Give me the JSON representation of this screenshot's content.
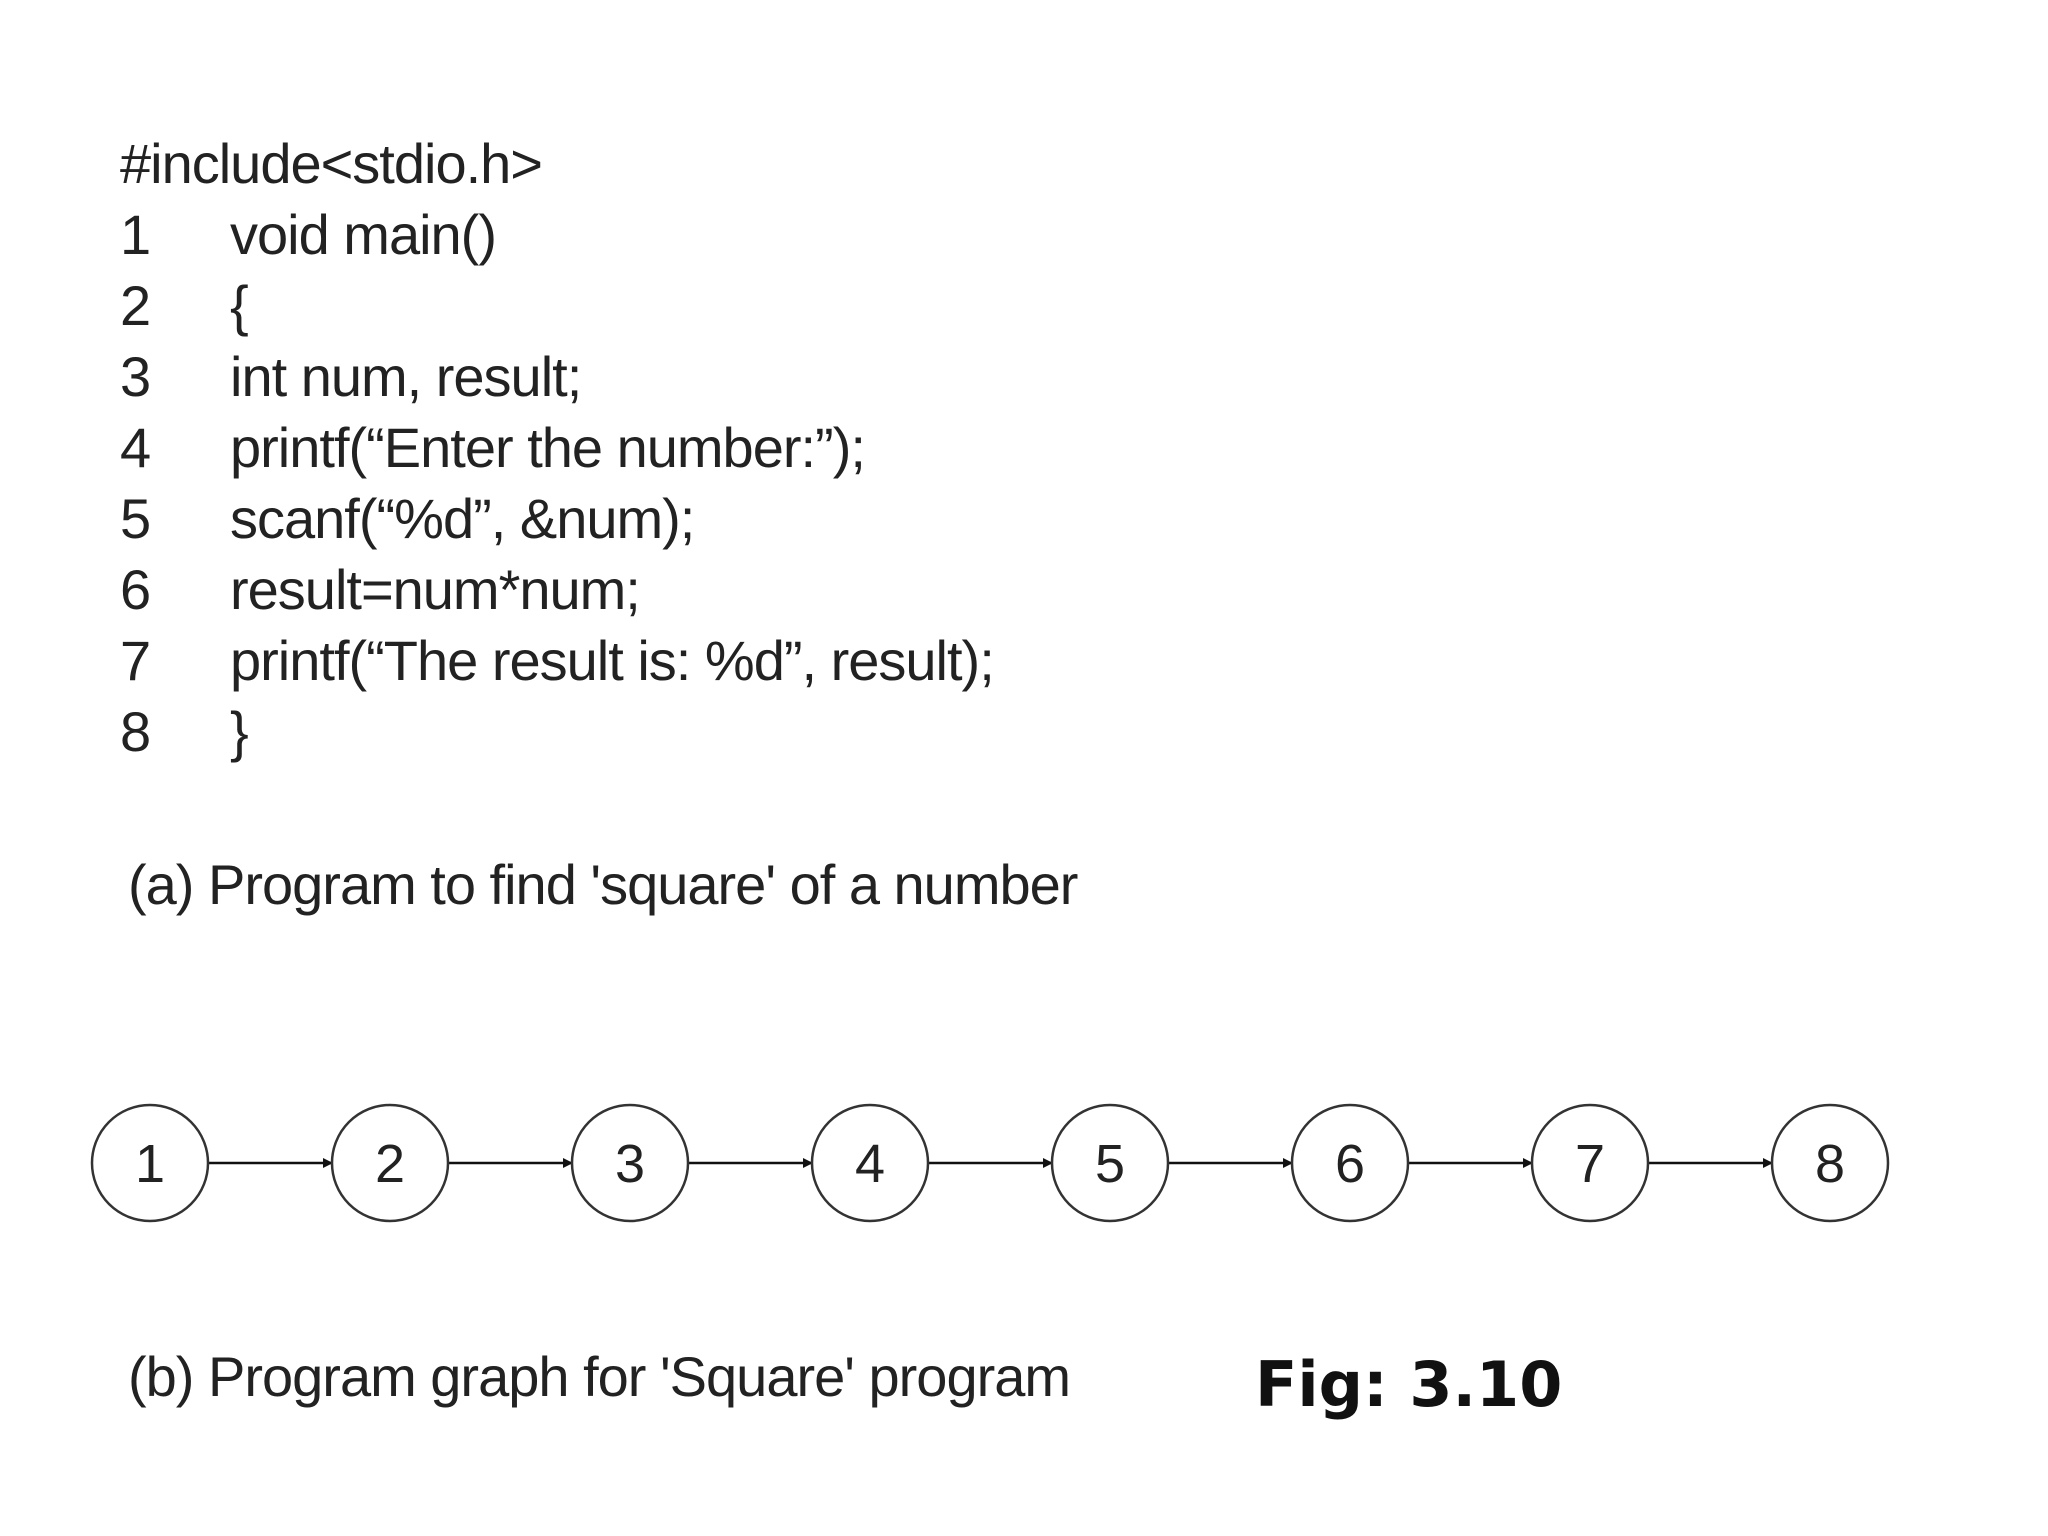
{
  "code": {
    "header": "#include<stdio.h>",
    "lines": [
      {
        "num": "1",
        "code": "void main()"
      },
      {
        "num": "2",
        "code": "{"
      },
      {
        "num": "3",
        "code": "int num, result;"
      },
      {
        "num": "4",
        "code": "printf(“Enter the number:”);"
      },
      {
        "num": "5",
        "code": "scanf(“%d”, &num);"
      },
      {
        "num": "6",
        "code": "result=num*num;"
      },
      {
        "num": "7",
        "code": "printf(“The result is: %d”, result);"
      },
      {
        "num": "8",
        "code": "}"
      }
    ]
  },
  "caption_a": "(a) Program to find 'square' of a number",
  "graph": {
    "nodes": [
      "1",
      "2",
      "3",
      "4",
      "5",
      "6",
      "7",
      "8"
    ],
    "edges": [
      [
        "1",
        "2"
      ],
      [
        "2",
        "3"
      ],
      [
        "3",
        "4"
      ],
      [
        "4",
        "5"
      ],
      [
        "5",
        "6"
      ],
      [
        "6",
        "7"
      ],
      [
        "7",
        "8"
      ]
    ]
  },
  "caption_b": "(b) Program graph for 'Square' program",
  "fig_label": "Fig: 3.10"
}
